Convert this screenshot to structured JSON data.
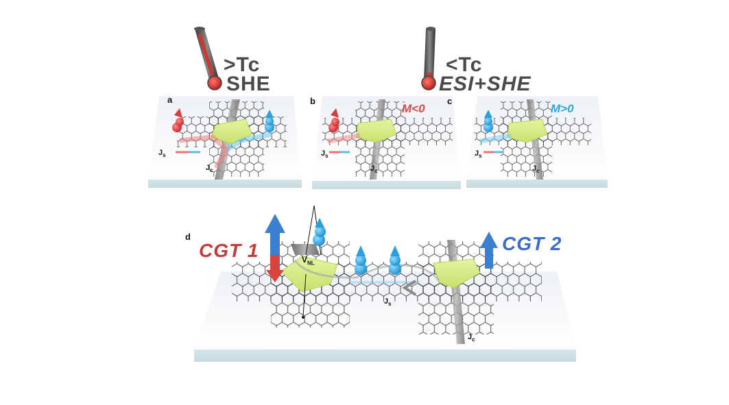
{
  "thermometers": {
    "hot": {
      "line1": ">Tc",
      "line2": "SHE"
    },
    "cold": {
      "line1": "<Tc",
      "line2": "ESI+SHE"
    }
  },
  "panels": {
    "a": {
      "letter": "a",
      "js": "J",
      "jc": "J"
    },
    "b": {
      "letter": "b",
      "js": "J",
      "jc": "J",
      "magnetization": "M<0"
    },
    "c": {
      "letter": "c",
      "js": "J",
      "jc": "J",
      "magnetization": "M>0"
    },
    "d": {
      "letter": "d",
      "cgt1": "CGT 1",
      "cgt2": "CGT 2",
      "vnl": "V",
      "vnl_sub": "NL",
      "js": "J",
      "jc": "J"
    }
  },
  "subscripts": {
    "s": "s",
    "c": "c"
  },
  "colors": {
    "spin_red": "#e8474a",
    "spin_blue": "#2aa9e6",
    "flake": "#d9f08a",
    "graphene": "#2b2b2b",
    "contact": "#8e8e8e",
    "arrow_blue": "#3a7fd0"
  }
}
